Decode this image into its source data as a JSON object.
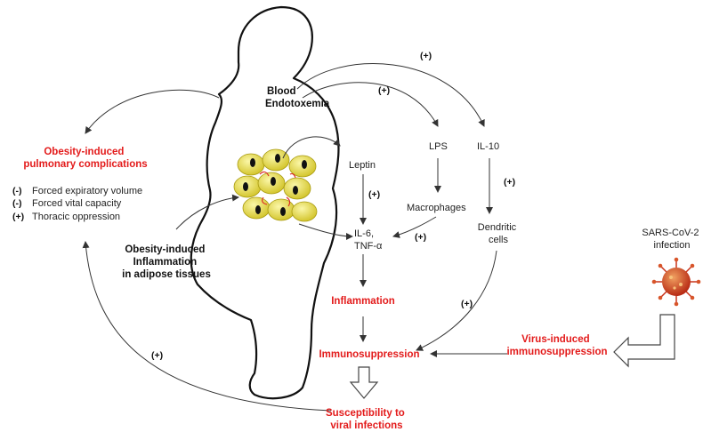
{
  "labels": {
    "blood_endotoxemia": [
      "Blood",
      "Endotoxemia"
    ],
    "pulmonary_title": [
      "Obesity-induced",
      "pulmonary complications"
    ],
    "pulmonary_items": [
      {
        "sign": "(-)",
        "text": "Forced expiratory volume"
      },
      {
        "sign": "(-)",
        "text": "Forced vital capacity"
      },
      {
        "sign": "(+)",
        "text": "Thoracic oppression"
      }
    ],
    "adipose_inflammation": [
      "Obesity-induced",
      "Inflammation",
      "in adipose tissues"
    ],
    "leptin": "Leptin",
    "lps": "LPS",
    "il10": "IL-10",
    "macrophages": "Macrophages",
    "dendritic_cells": [
      "Dendritic",
      "cells"
    ],
    "il6": [
      "IL-6,",
      "TNF-α"
    ],
    "inflammation": "Inflammation",
    "immunosuppression": "Immunosuppression",
    "susceptibility": [
      "Susceptibility to",
      "viral infections"
    ],
    "sars": [
      "SARS-CoV-2",
      "infection"
    ],
    "virus_immuno": [
      "Virus-induced",
      "immunosuppression"
    ],
    "plus": "(+)"
  },
  "colors": {
    "emphasis_red": "#e31b1b",
    "text": "#222222",
    "cell_fill": "#e8e04a",
    "virus_red": "#c9321a"
  },
  "icons": [
    "body-silhouette-icon",
    "adipose-cells-icon",
    "virus-icon"
  ]
}
